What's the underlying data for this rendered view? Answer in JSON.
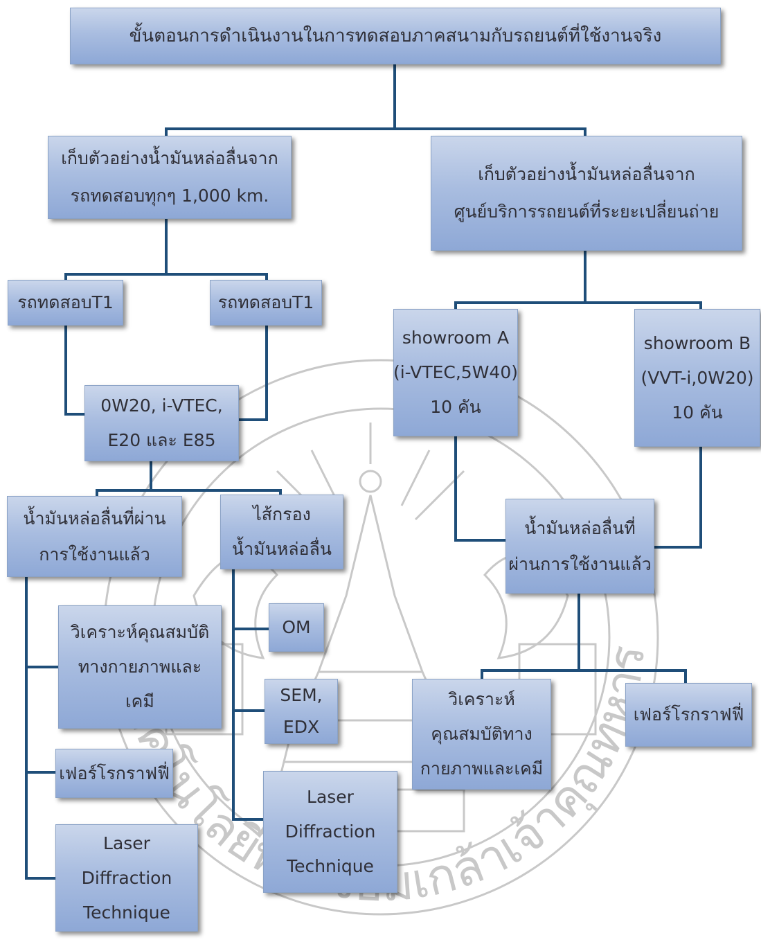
{
  "diagram": {
    "title": "ขั้นตอนการดำเนินงานในการทดสอบภาคสนามกับรถยนต์ที่ใช้งานจริง",
    "left_branch": {
      "label_lines": [
        "เก็บตัวอย่างน้ำมันหล่อลื่นจาก",
        "รถทดสอบทุกๆ 1,000 km."
      ],
      "car_left": "รถทดสอบT1",
      "car_right": "รถทดสอบT1",
      "oil_spec_lines": [
        "0W20, i-VTEC,",
        "E20 และ E85"
      ],
      "used_oil_lines": [
        "น้ำมันหล่อลื่นที่ผ่าน",
        "การใช้งานแล้ว"
      ],
      "filter_lines": [
        "ไส้กรอง",
        "น้ำมันหล่อลื่น"
      ],
      "analysis_lines": [
        "วิเคราะห์คุณสมบัติ",
        "ทางกายภาพและ",
        "เคมี"
      ],
      "ferrography": "เฟอร์โรกราฟฟี่",
      "laser_left_lines": [
        "Laser",
        "Diffraction",
        "Technique"
      ],
      "om": "OM",
      "sem_lines": [
        "SEM,",
        "EDX"
      ],
      "laser_right_lines": [
        "Laser",
        "Diffraction",
        "Technique"
      ]
    },
    "right_branch": {
      "label_lines": [
        "เก็บตัวอย่างน้ำมันหล่อลื่นจาก",
        "ศูนย์บริการรถยนต์ที่ระยะเปลี่ยนถ่าย"
      ],
      "showroom_a_lines": [
        "showroom A",
        "(i-VTEC,5W40)",
        "10 คัน"
      ],
      "showroom_b_lines": [
        "showroom B",
        "(VVT-i,0W20)",
        "10 คัน"
      ],
      "used_oil_lines": [
        "น้ำมันหล่อลื่นที่",
        "ผ่านการใช้งานแล้ว"
      ],
      "analysis_lines": [
        "วิเคราะห์",
        "คุณสมบัติทาง",
        "กายภาพและเคมี"
      ],
      "ferrography": "เฟอร์โรกราฟฟี่"
    }
  },
  "colors": {
    "connector": "#1f4e79",
    "box_fill_top": "#cad6eb",
    "box_fill_bottom": "#8ea8d6",
    "text": "#2f2f37",
    "watermark": "#c8c8c8"
  },
  "watermark": {
    "arc_text": "มหาวิทยาลัยเทคโนโลยีพระจอมเกล้าเจ้าคุณทหารลาดกระบัง"
  }
}
